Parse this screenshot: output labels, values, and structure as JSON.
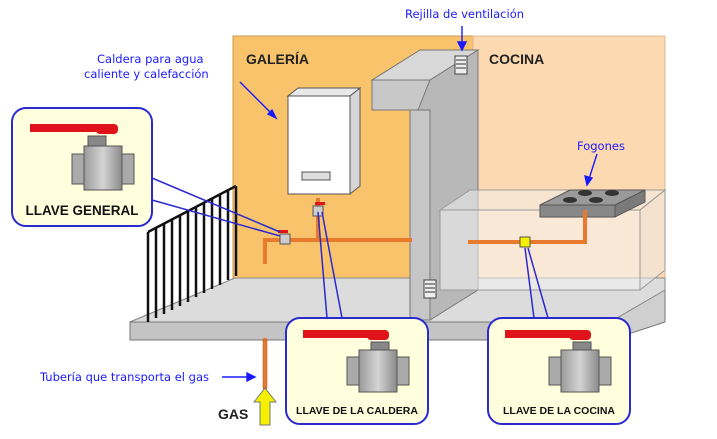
{
  "rooms": {
    "galeria": "GALERÍA",
    "cocina": "COCINA"
  },
  "annotations": {
    "rejilla": "Rejilla de ventilación",
    "caldera_line1": "Caldera para agua",
    "caldera_line2": "caliente y calefacción",
    "fogones": "Fogones",
    "tuberia": "Tubería que transporta el gas"
  },
  "gas_label": "GAS",
  "valves": {
    "general": "LLAVE GENERAL",
    "caldera": "LLAVE DE LA CALDERA",
    "cocina": "LLAVE DE LA COCINA"
  },
  "colors": {
    "galeria_wall": "#f8c36a",
    "cocina_wall": "#fcd9b0",
    "pipe": "#e87a2e",
    "annotation_text": "#1a1aff",
    "callout_border": "#2a2ad0",
    "valve_handle": "#e0121a",
    "gas_arrow": "#f4f000"
  }
}
